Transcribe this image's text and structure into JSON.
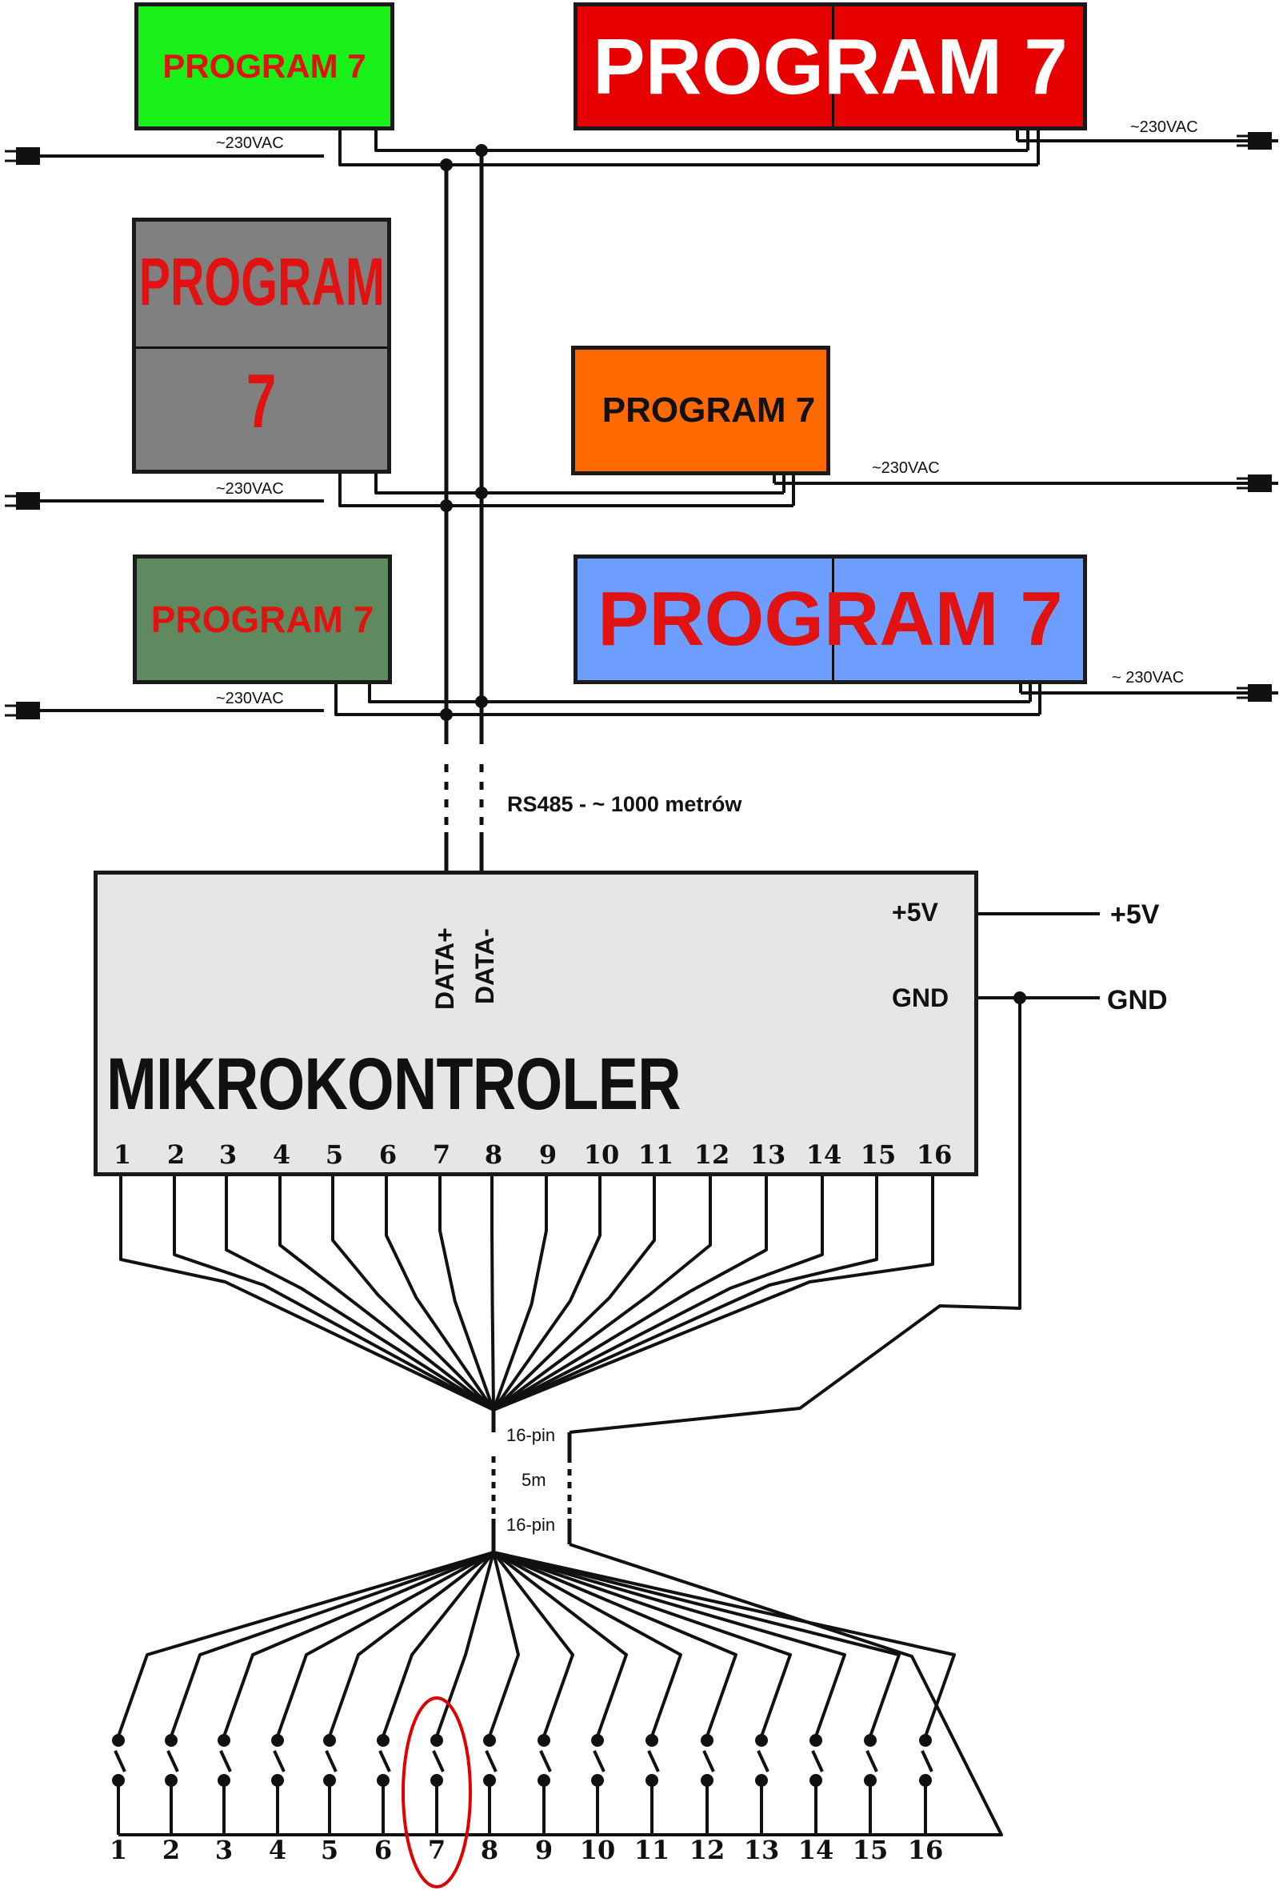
{
  "displays": [
    {
      "text": "PROGRAM 7",
      "bg": "#19f019",
      "fg": "#e01212"
    },
    {
      "text": "PROGRAM 7",
      "bg": "#e60000",
      "fg": "#ffffff"
    },
    {
      "line1": "PROGRAM",
      "line2": "7",
      "bg": "#808080",
      "fg": "#e01212"
    },
    {
      "text": "PROGRAM 7",
      "bg": "#ff6a00",
      "fg": "#111111"
    },
    {
      "text": "PROGRAM 7",
      "bg": "#5f8a5f",
      "fg": "#e01212"
    },
    {
      "text": "PROGRAM 7",
      "bg": "#6d9eff",
      "fg": "#e01212"
    }
  ],
  "power": {
    "label_left": "~230VAC",
    "label_right": "~ 230VAC",
    "label_right_plain": "~230VAC"
  },
  "bus_label": "RS485 - ~ 1000 metrów",
  "controller": {
    "title": "MIKROKONTROLER",
    "data_plus": "DATA+",
    "data_minus": "DATA-",
    "plus5v": "+5V",
    "gnd": "GND",
    "pins": [
      "1",
      "2",
      "3",
      "4",
      "5",
      "6",
      "7",
      "8",
      "9",
      "10",
      "11",
      "12",
      "13",
      "14",
      "15",
      "16"
    ]
  },
  "supply": {
    "plus5v": "+5V",
    "gnd": "GND"
  },
  "cable": {
    "connector_top": "16-pin",
    "length": "5m",
    "connector_bottom": "16-pin"
  },
  "buttons": {
    "labels": [
      "1",
      "2",
      "3",
      "4",
      "5",
      "6",
      "7",
      "8",
      "9",
      "10",
      "11",
      "12",
      "13",
      "14",
      "15",
      "16"
    ],
    "selected_index": 6,
    "highlight_color": "#e00000"
  }
}
